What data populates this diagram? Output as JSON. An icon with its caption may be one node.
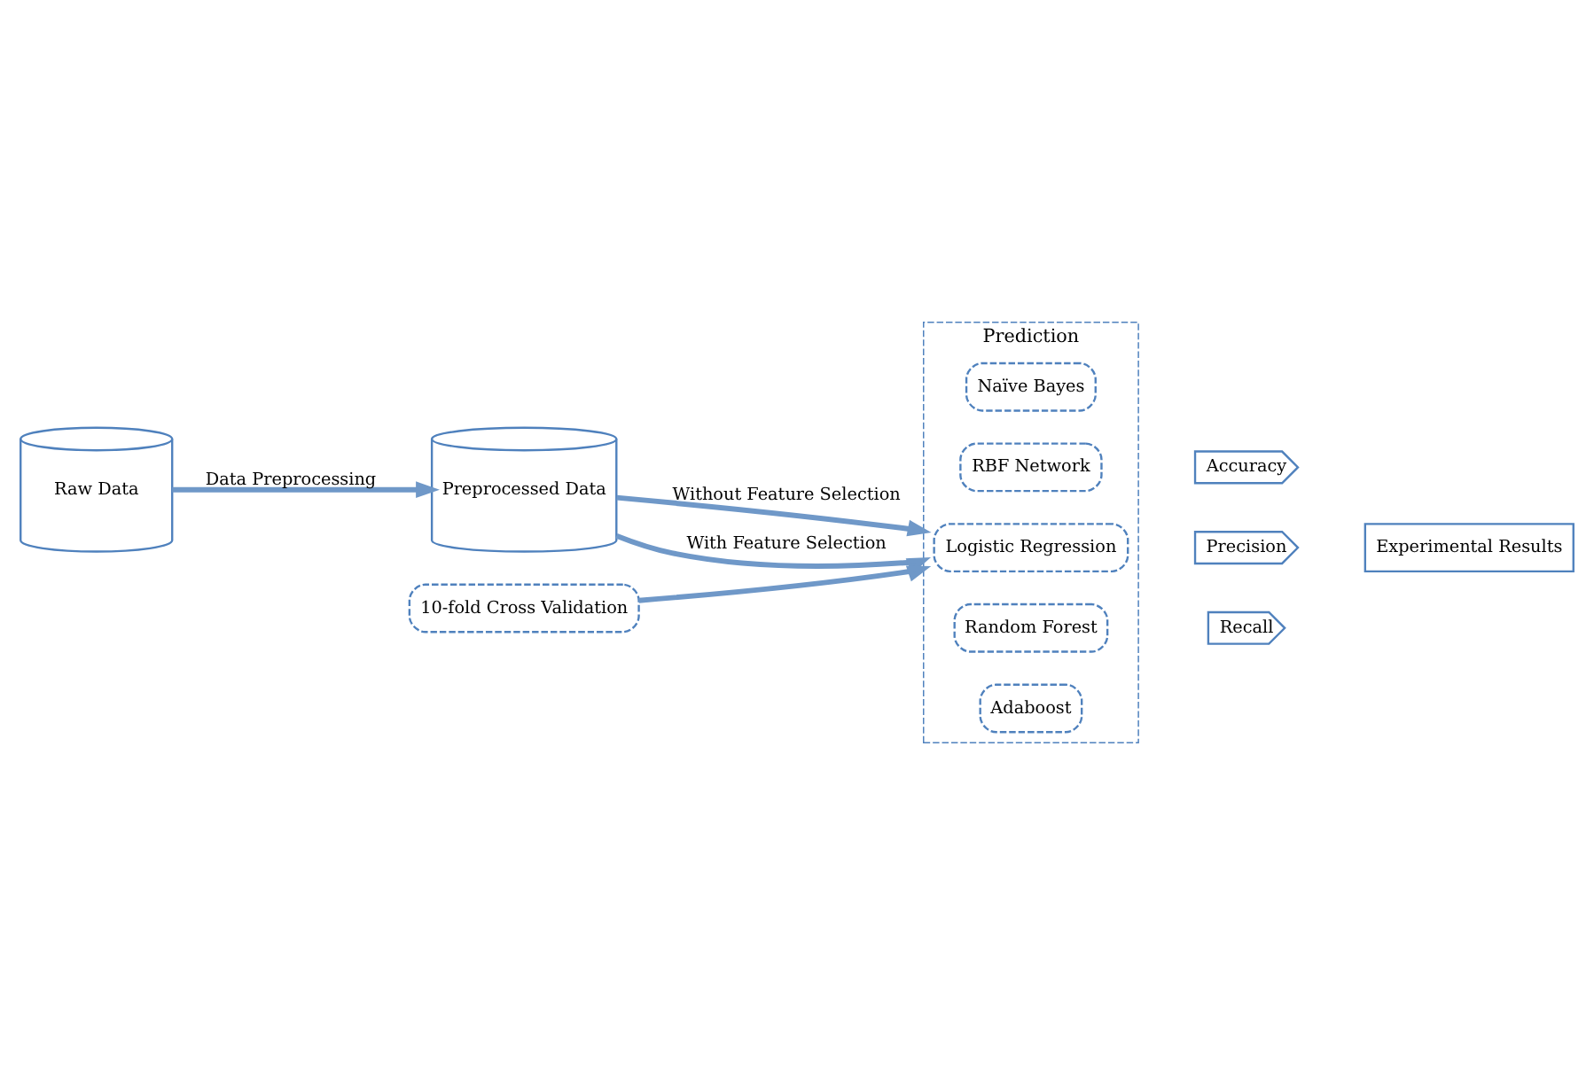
{
  "diagram": {
    "nodes": [
      {
        "text": [
          "Raw Data"
        ]
      },
      {
        "text": [
          "Preprocessed Data"
        ]
      },
      {
        "text": [
          "Prediction"
        ]
      },
      {
        "text": [
          "Naïve Bayes"
        ],
        "in": 2
      },
      {
        "text": [
          "RBF Network"
        ],
        "in": 2
      },
      {
        "text": [
          "Logistic Regression"
        ],
        "in": 2
      },
      {
        "text": [
          "Random Forest"
        ],
        "in": 2
      },
      {
        "text": [
          "Adaboost"
        ],
        "in": 2
      },
      {
        "text": [
          "10-fold Cross Validation"
        ]
      },
      {
        "text": [
          "Accuracy"
        ]
      },
      {
        "text": [
          "Precision"
        ]
      },
      {
        "text": [
          "Recall"
        ]
      },
      {
        "text": [
          "Experimental Results"
        ]
      }
    ],
    "edges": [
      {
        "from": 0,
        "to": 1,
        "arrow": "to",
        "label": "Data Preprocessing"
      },
      {
        "from": 1,
        "to": 2,
        "arrow": "to",
        "label": "Without Feature Selection"
      },
      {
        "from": 1,
        "to": 2,
        "arrow": "to",
        "label": "With Feature Selection"
      },
      {
        "from": 8,
        "to": 2,
        "arrow": "to"
      }
    ]
  }
}
